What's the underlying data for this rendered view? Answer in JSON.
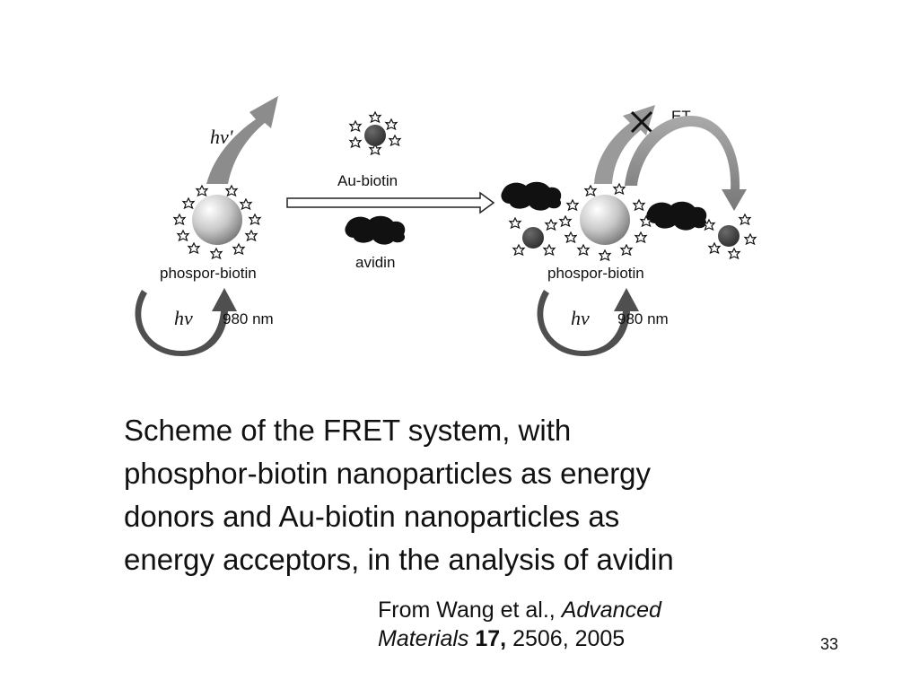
{
  "diagram": {
    "left_panel": {
      "emission_label": "hν'",
      "particle_label": "phospor-biotin",
      "excitation_label": "hν",
      "wavelength_label": "980 nm"
    },
    "reagents": {
      "acceptor_label": "Au-biotin",
      "protein_label": "avidin"
    },
    "right_panel": {
      "transfer_label": "ET",
      "particle_label": "phospor-biotin",
      "excitation_label": "hν",
      "wavelength_label": "980 nm"
    }
  },
  "caption": {
    "line1": "Scheme of the FRET system, with",
    "line2": "phosphor-biotin nanoparticles as energy",
    "line3": "donors and Au-biotin nanoparticles as",
    "line4": "energy acceptors, in the analysis of avidin"
  },
  "citation": {
    "prefix": "From Wang et al., ",
    "journal_line1": "Advanced",
    "journal_line2": "Materials",
    "volume": "17,",
    "pages_year": "2506, 2005"
  },
  "page_number": "33",
  "colors": {
    "arrow_gray": "#8a8a8a",
    "arrow_dark": "#555555",
    "particle_dark": "#3a3a3a",
    "avidin_black": "#111111"
  }
}
